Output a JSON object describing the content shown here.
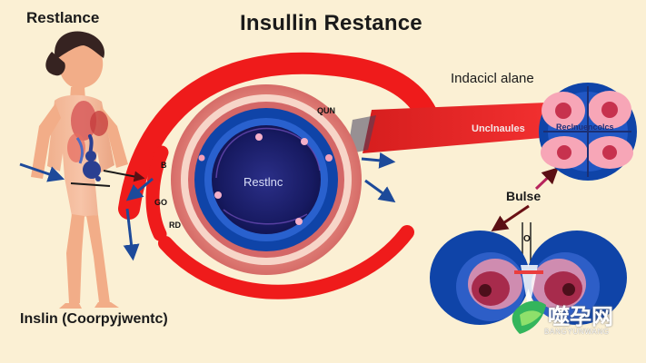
{
  "title": "Insullin Restance",
  "labels": {
    "top_left": "Restlance",
    "bottom_left": "Inslin (Coorpyjwentc)",
    "top_right": "Indacicl alane",
    "arrow_label": "Unclnaules",
    "center": "Restlnc",
    "cell": "Reclnuencolcs",
    "pulse": "Bulse",
    "small_top": "QUN",
    "small_left_1": "B",
    "small_left_2": "GO",
    "small_left_3": "RD",
    "small_right": "O"
  },
  "watermark": {
    "brand": "噬孕网",
    "subtitle": "BANGYUNWANG"
  },
  "colors": {
    "background": "#fbf0d4",
    "red_ring": "#ef1b1b",
    "blue_ring": "#0f44a8",
    "navy_core": "#171a61",
    "skin": "#f3b38f",
    "pink_tissue": "#ea8b86"
  }
}
